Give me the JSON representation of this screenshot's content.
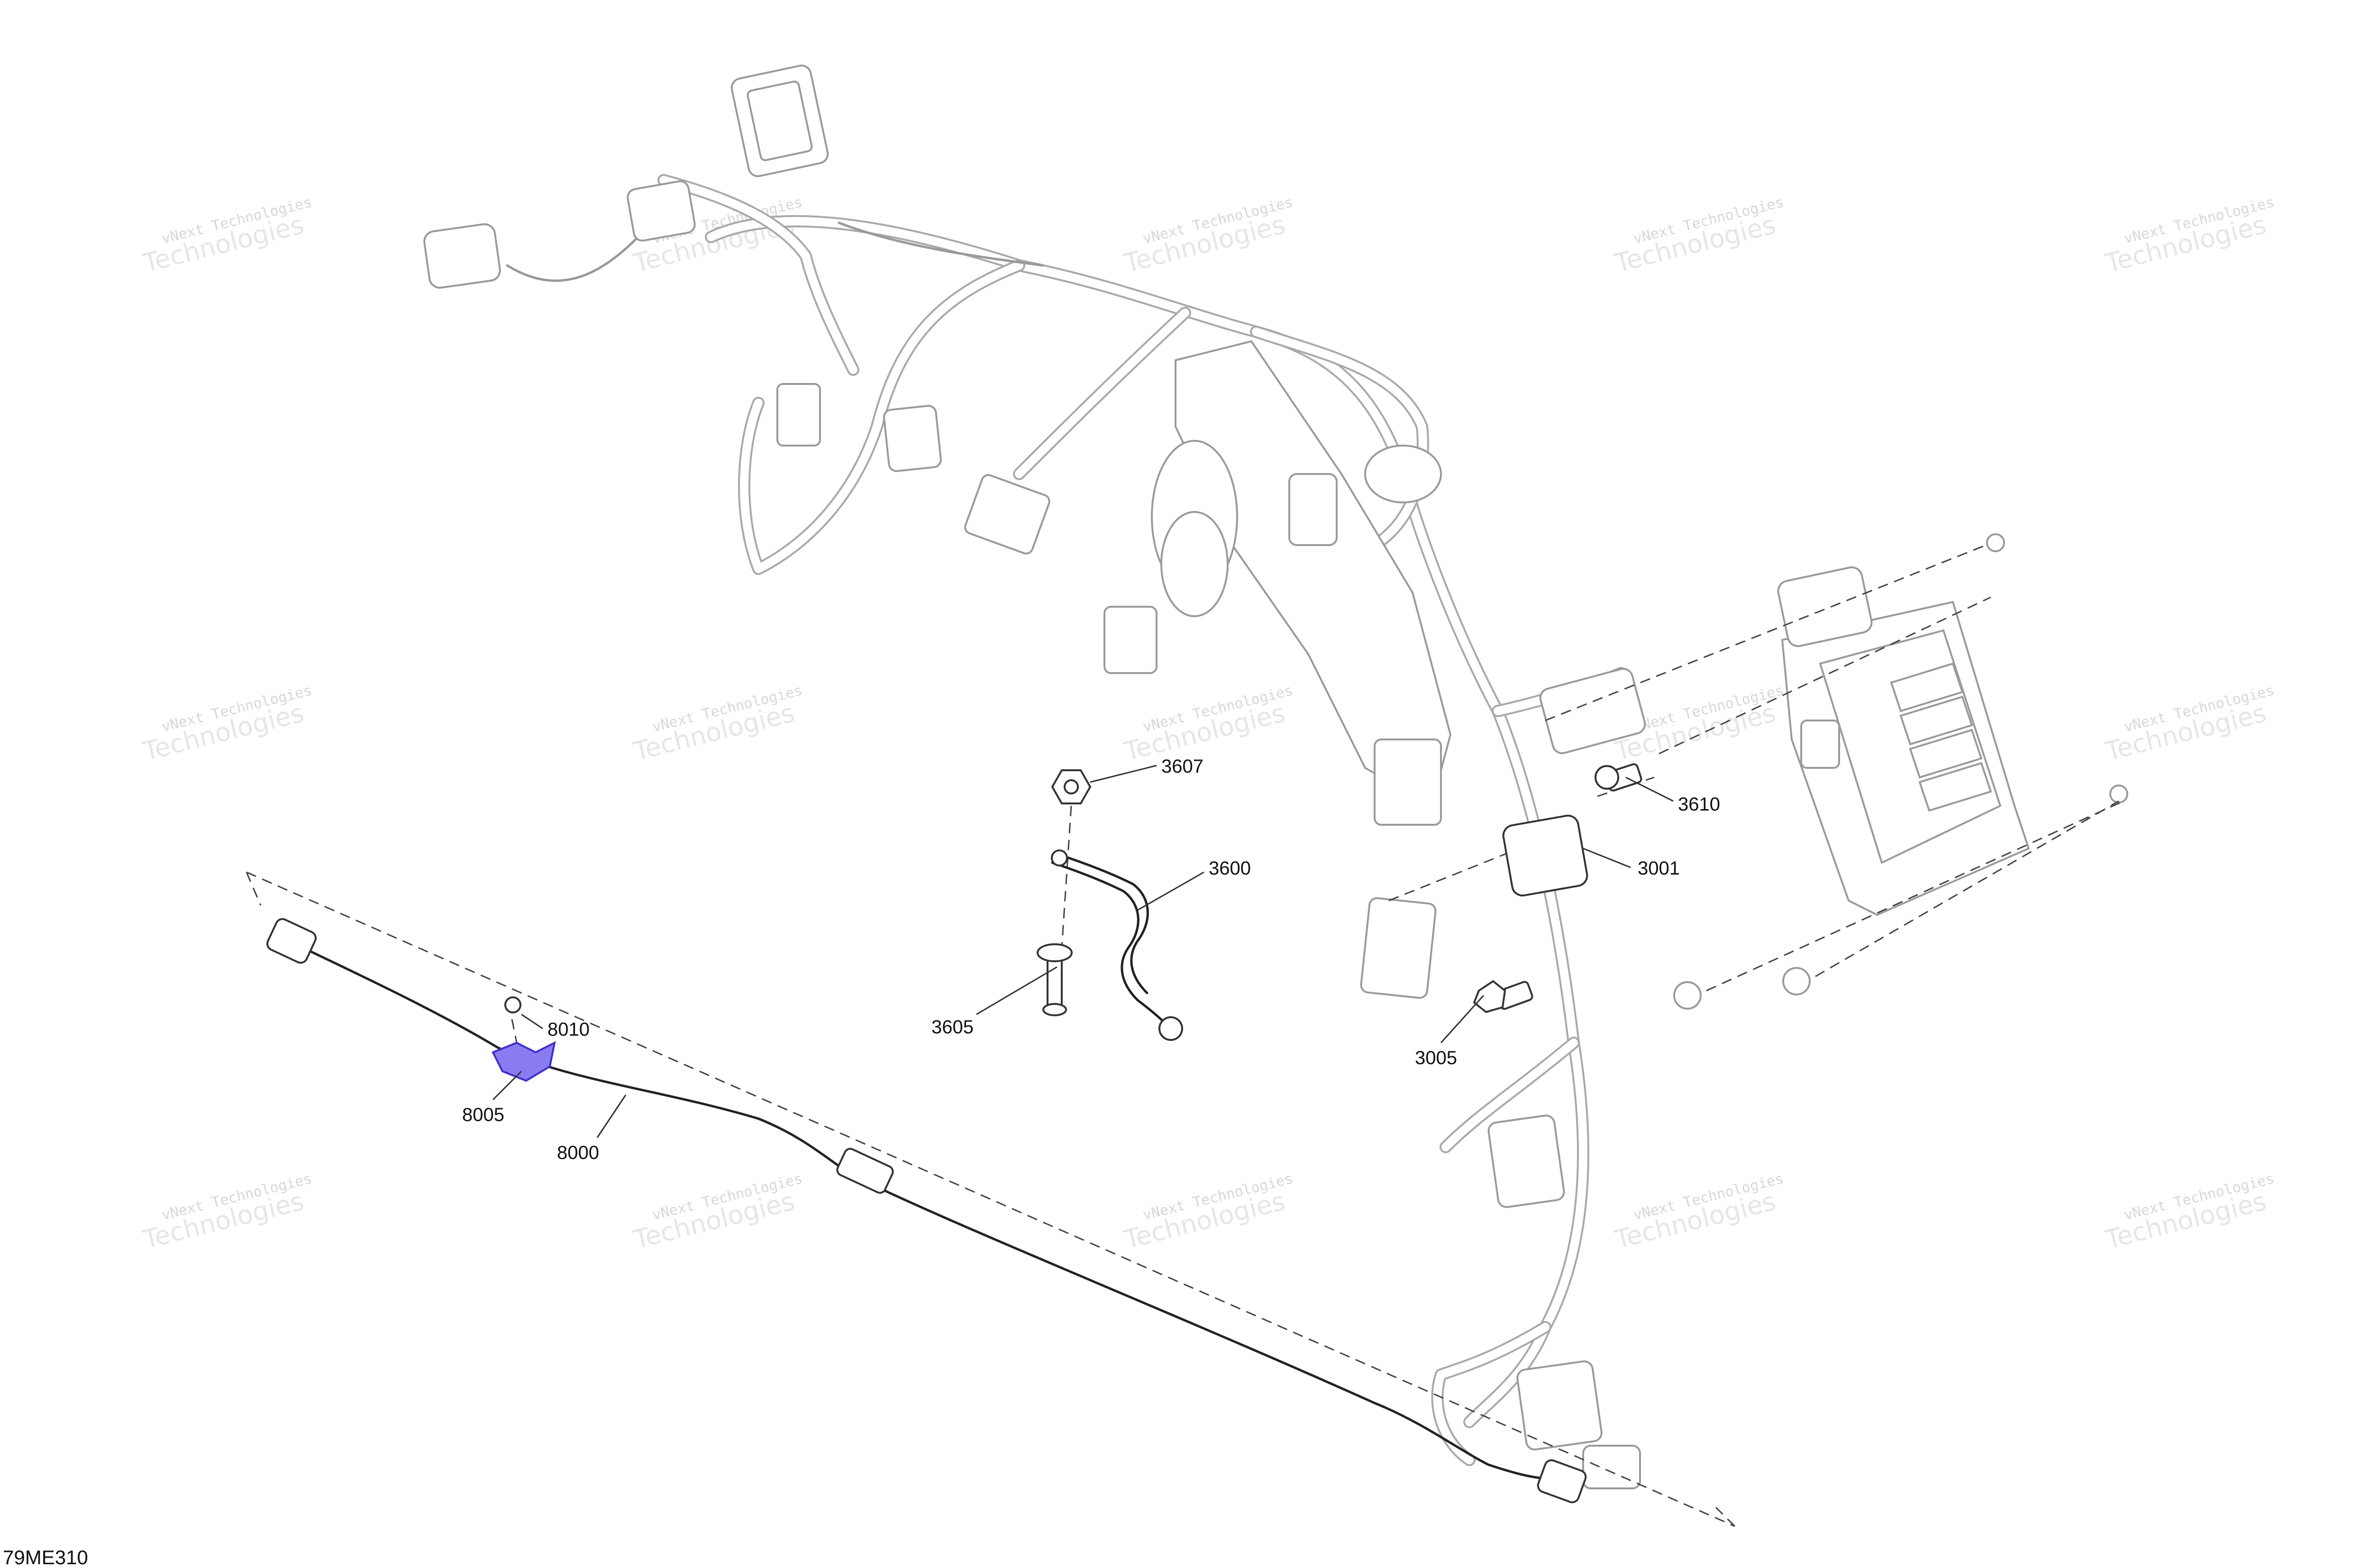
{
  "figure_id": "79ME310",
  "watermark": {
    "line1": "vNext Technologies",
    "line2": "Technologies"
  },
  "callouts": [
    {
      "label": "3607"
    },
    {
      "label": "3600"
    },
    {
      "label": "3605"
    },
    {
      "label": "3610"
    },
    {
      "label": "3001"
    },
    {
      "label": "3005"
    },
    {
      "label": "8010"
    },
    {
      "label": "8005"
    },
    {
      "label": "8000"
    }
  ],
  "colors": {
    "highlight": "#8a7cf0",
    "line": "#222222",
    "part_outline": "#9a9a9a"
  }
}
